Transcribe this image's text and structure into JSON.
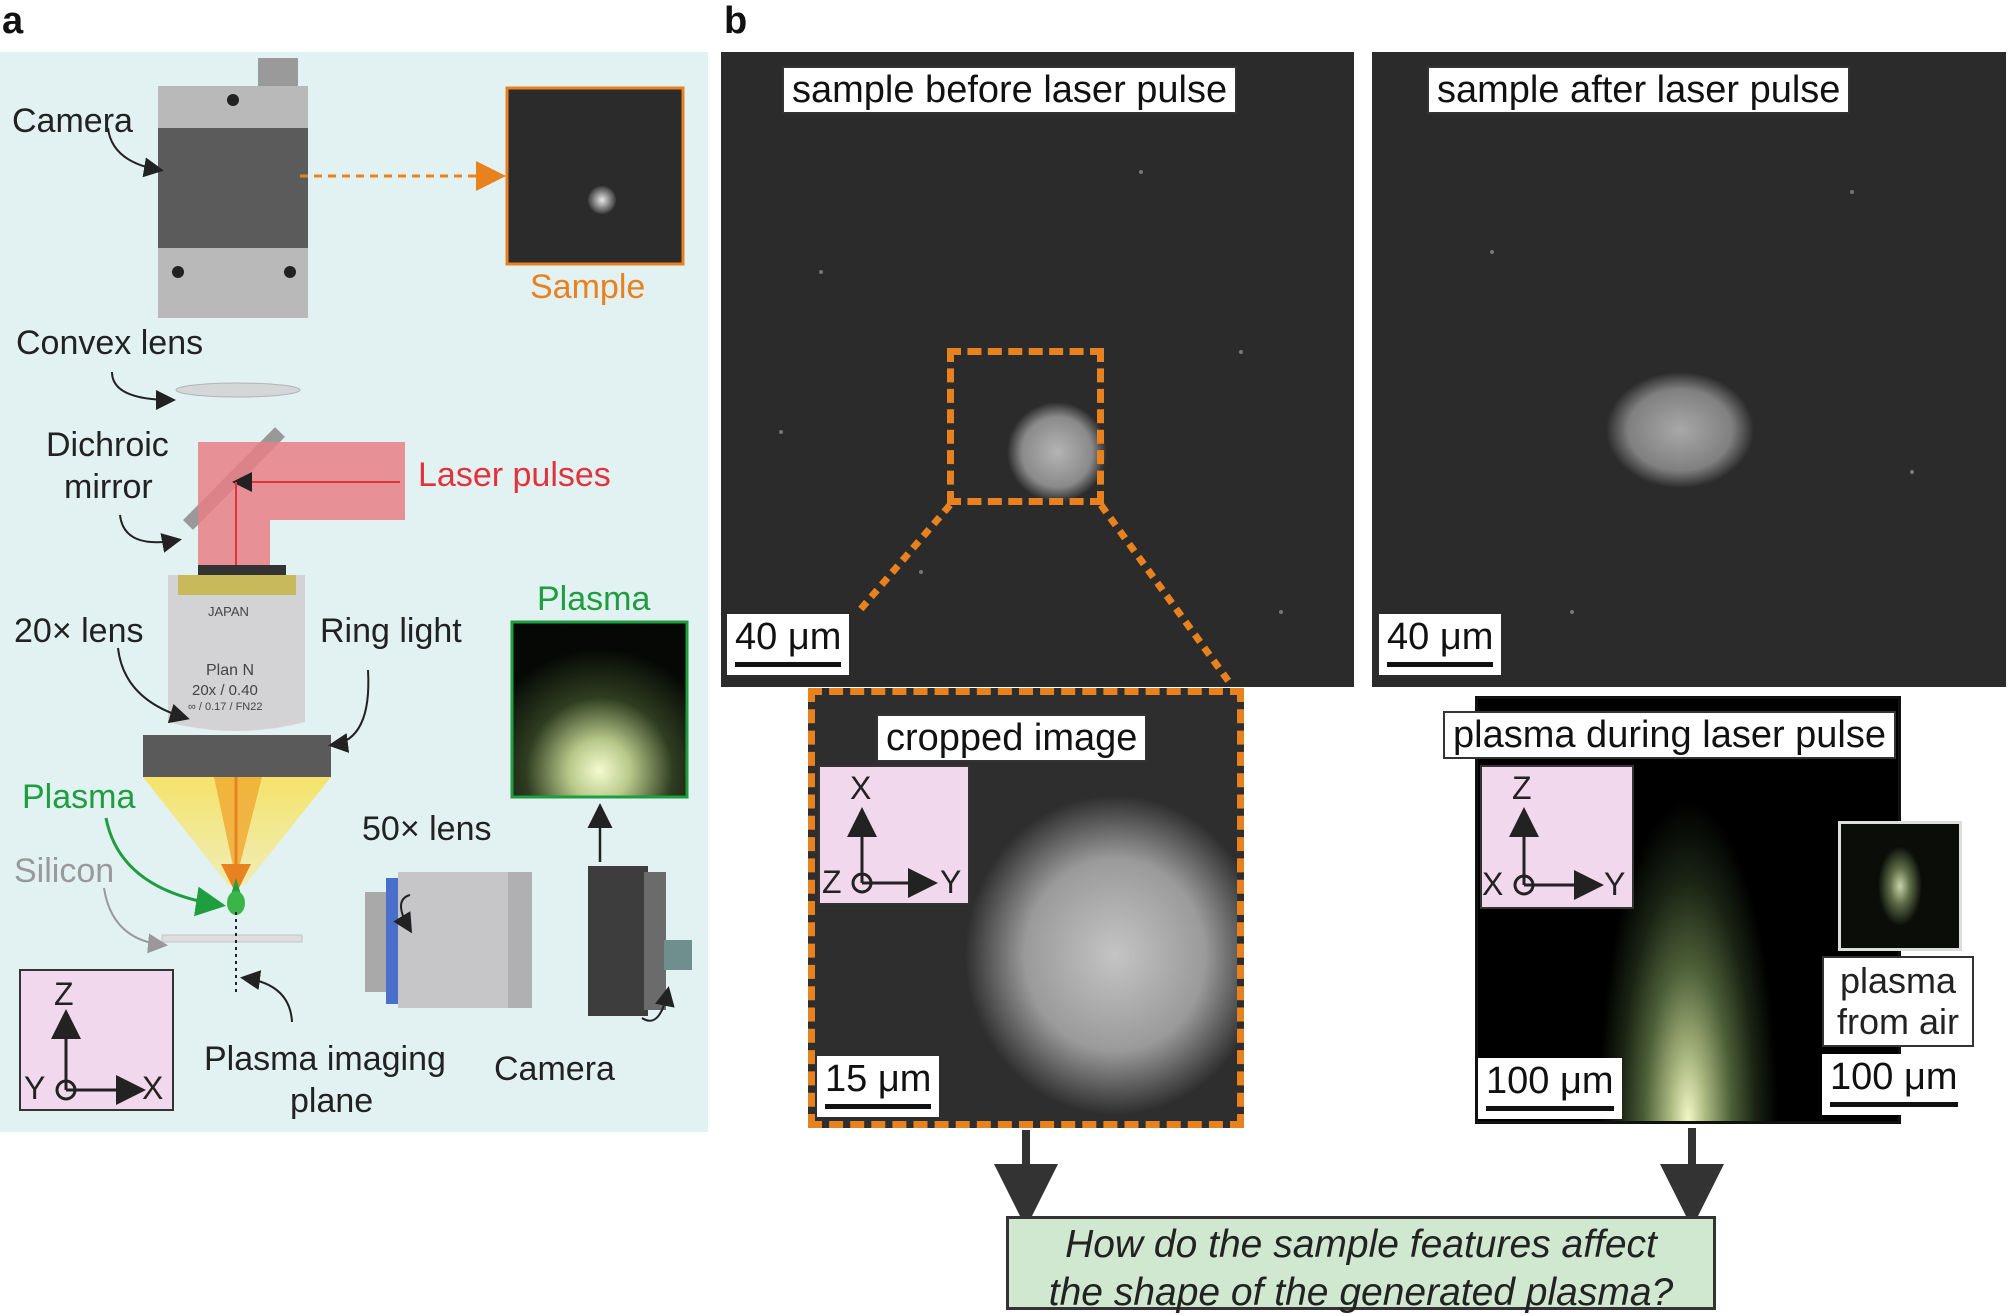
{
  "panels": {
    "a": "a",
    "b": "b"
  },
  "left": {
    "camera_top": "Camera",
    "sample": "Sample",
    "convex_lens": "Convex lens",
    "dichroic_l1": "Dichroic",
    "dichroic_l2": "mirror",
    "laser_pulses": "Laser pulses",
    "objective_japan": "JAPAN",
    "objective_plan": "Plan N",
    "objective_mag": "20x / 0.40",
    "objective_spec": "∞ / 0.17 / FN22",
    "lens_20x": "20× lens",
    "ring_light": "Ring light",
    "plasma_inset": "Plasma",
    "plasma_left": "Plasma",
    "silicon": "Silicon",
    "lens_50x": "50× lens",
    "plane_l1": "Plasma imaging",
    "plane_l2": "plane",
    "camera_bottom": "Camera",
    "axes": {
      "up": "Z",
      "origin": "Y",
      "right": "X"
    }
  },
  "right": {
    "before_title": "sample before laser pulse",
    "after_title": "sample after laser pulse",
    "scale_40_left": "40 μm",
    "scale_40_right": "40 μm",
    "cropped_title": "cropped image",
    "cropped_axes": {
      "up": "X",
      "origin": "Z",
      "right": "Y"
    },
    "scale_15": "15 μm",
    "plasma_title": "plasma during laser pulse",
    "plasma_axes": {
      "up": "Z",
      "origin": "X",
      "right": "Y"
    },
    "scale_100_main": "100 μm",
    "air_l1": "plasma",
    "air_l2": "from air",
    "scale_100_air": "100 μm",
    "question_l1": "How do the sample features affect",
    "question_l2": "the shape of the generated plasma?"
  },
  "colors": {
    "panel_bg": "#e2f1f2",
    "accent_orange": "#e8821e",
    "laser_red": "#e0333c",
    "plasma_green": "#1e9e3e",
    "question_bg": "#cfe8cf",
    "axes_bg": "#f1d8ec"
  }
}
